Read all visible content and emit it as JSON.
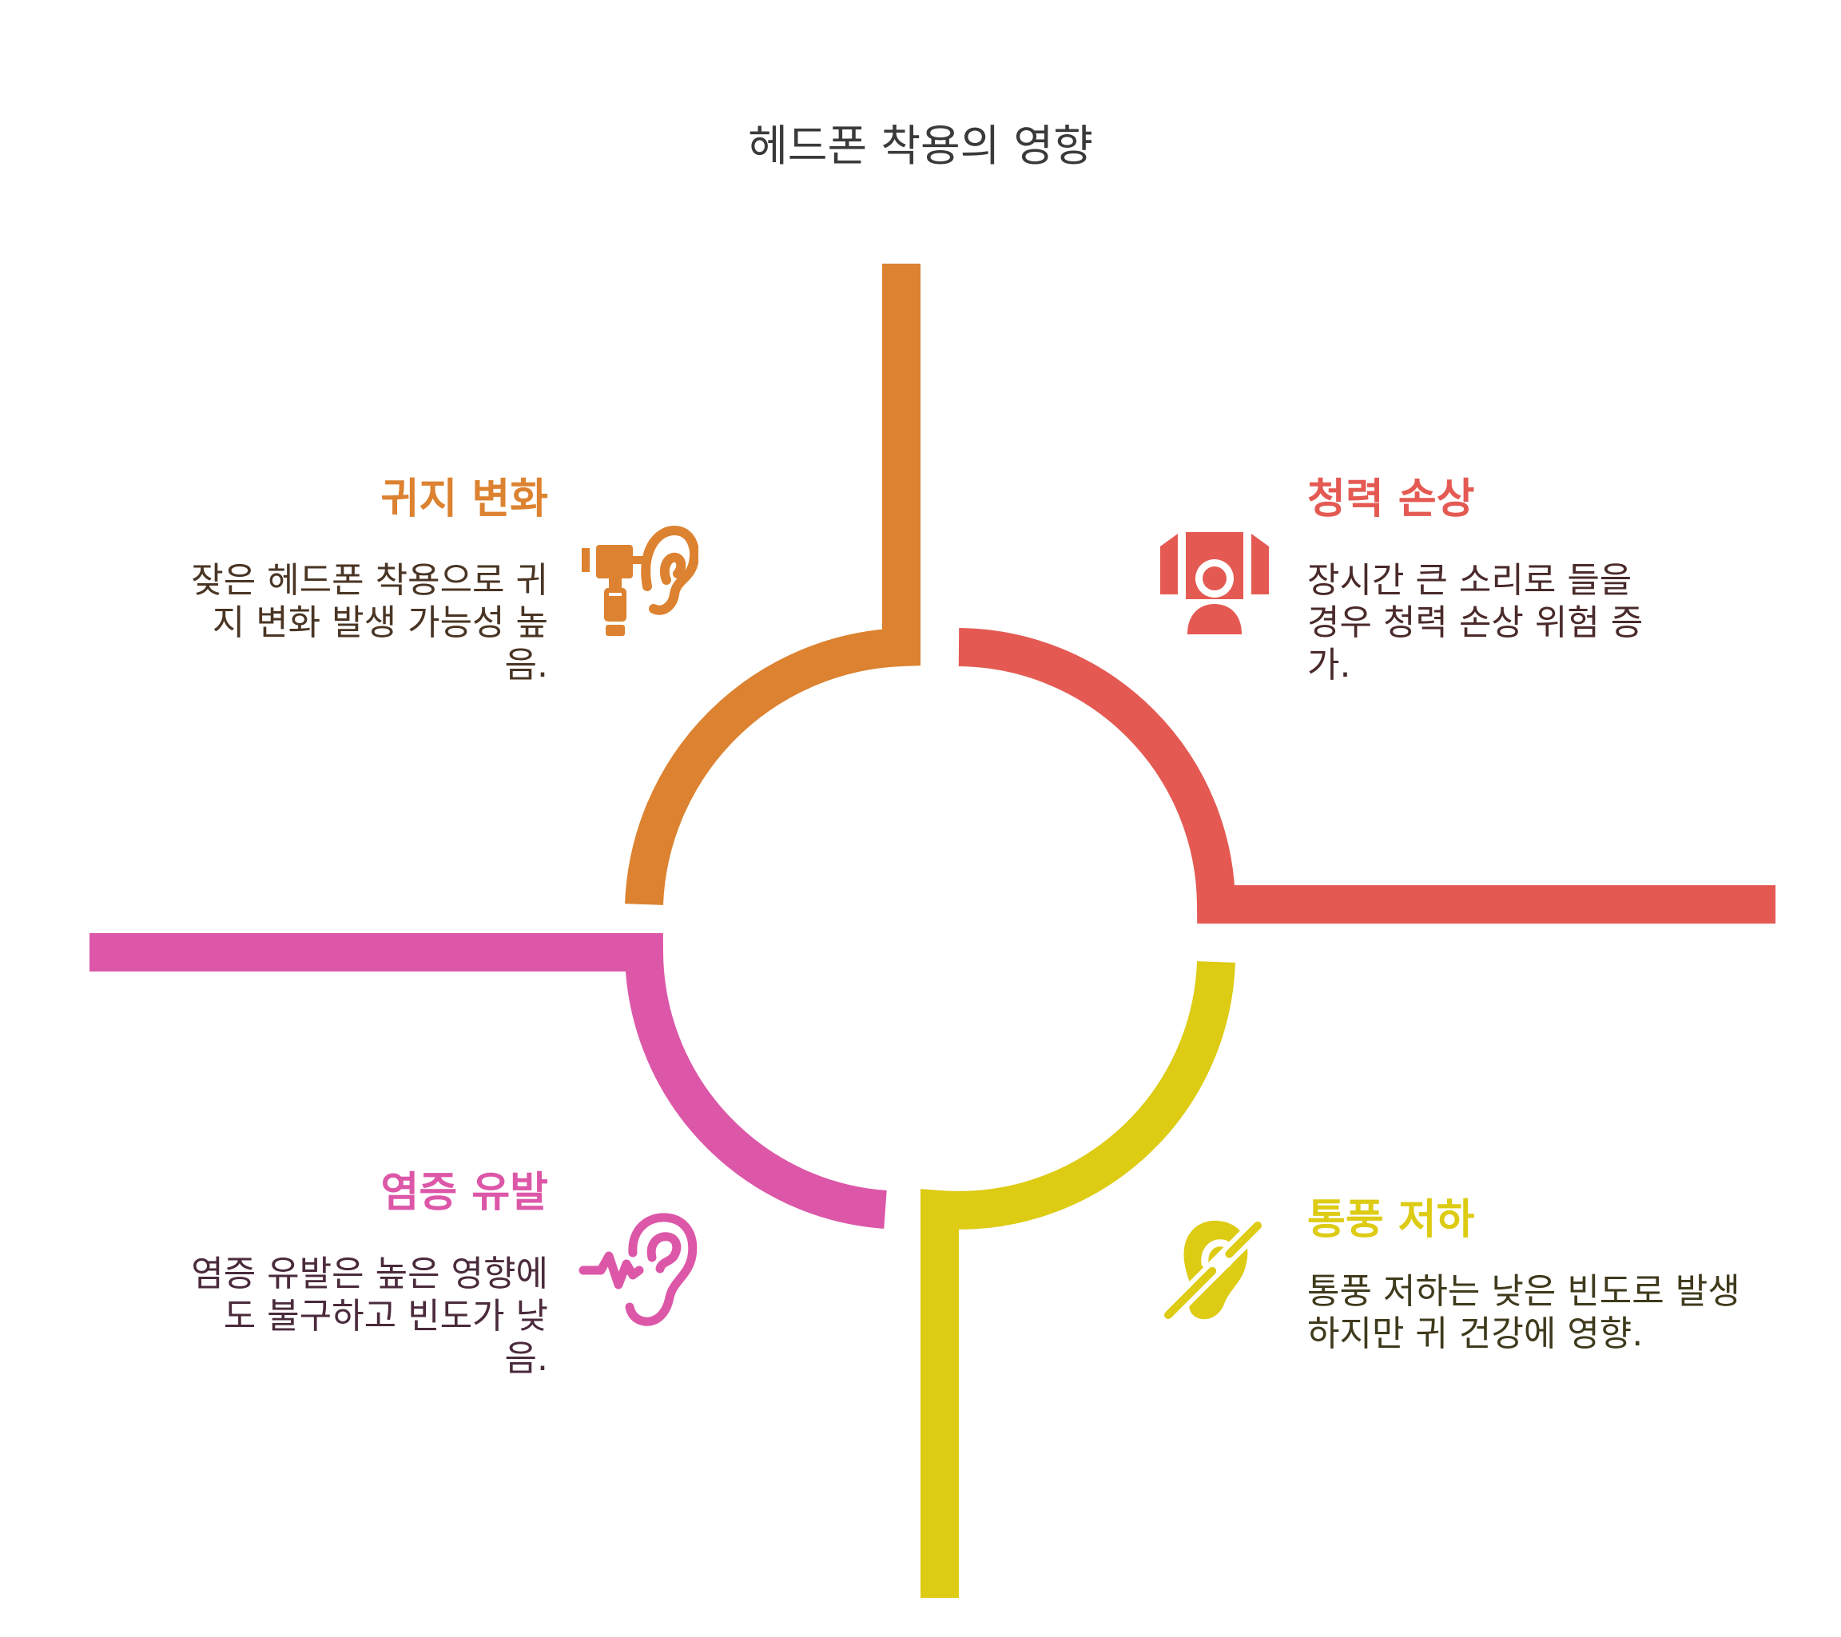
{
  "title": "헤드폰 착용의 영향",
  "colors": {
    "orange": "#DC8230",
    "red": "#E45A53",
    "pink": "#DC57A8",
    "yellow": "#DDCB14",
    "title_text": "#3a3a3a",
    "orange_text": "#4a3524",
    "red_text": "#4a2a2a",
    "pink_text": "#4a2a3c",
    "yellow_text": "#3f3a1c"
  },
  "quadrants": {
    "top_left": {
      "title": "귀지 변화",
      "lines": [
        "잦은 헤드폰 착용으로 귀",
        "지 변화 발생 가능성 높",
        "음."
      ],
      "icon": "otoscope-ear-icon",
      "color": "orange"
    },
    "top_right": {
      "title": "청력 손상",
      "lines": [
        "장시간 큰 소리로 들을",
        "경우 청력 손상 위험 증",
        "가."
      ],
      "icon": "person-headphones-icon",
      "color": "red"
    },
    "bottom_left": {
      "title": "염증 유발",
      "lines": [
        "염증 유발은 높은 영향에",
        "도 불구하고 빈도가 낮",
        "음."
      ],
      "icon": "ear-pulse-icon",
      "color": "pink"
    },
    "bottom_right": {
      "title": "통풍 저하",
      "lines": [
        "통풍 저하는 낮은 빈도로 발생",
        "하지만 귀 건강에 영향."
      ],
      "icon": "hearing-disabled-icon",
      "color": "yellow"
    }
  }
}
